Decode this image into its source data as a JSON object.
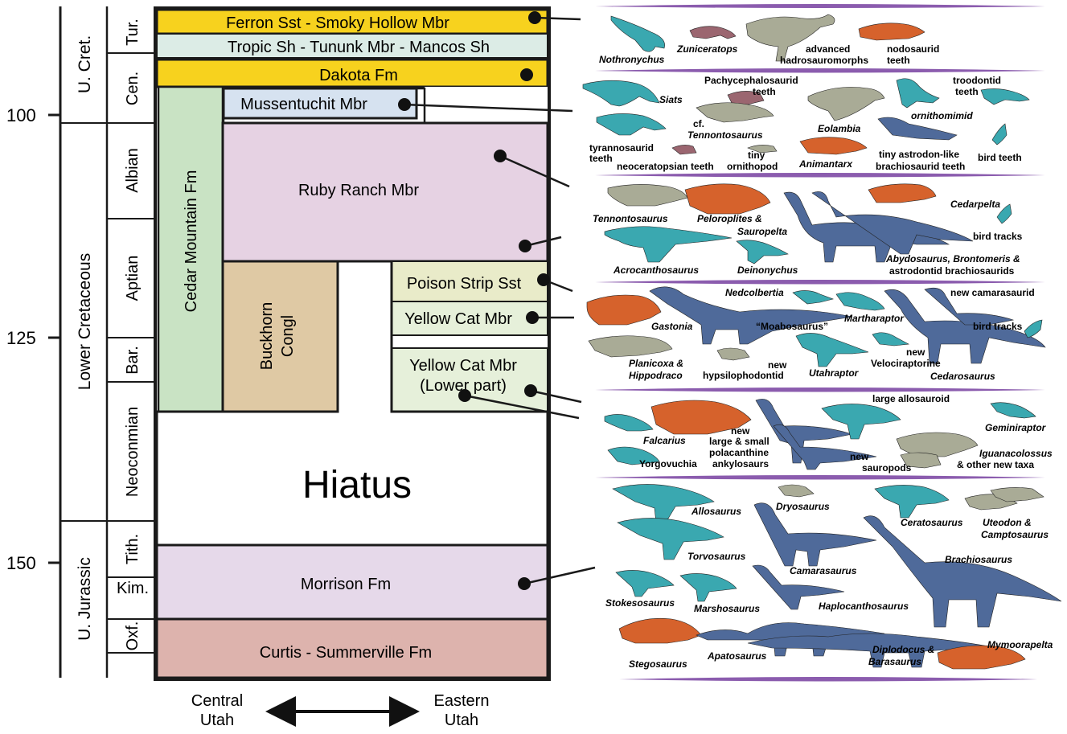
{
  "age_axis": {
    "ticks": [
      "100",
      "125",
      "150"
    ]
  },
  "epochs": [
    {
      "id": "u-cret",
      "label": "U. Cret."
    },
    {
      "id": "lower-cretaceous",
      "label": "Lower Cretaceous"
    },
    {
      "id": "u-jurassic",
      "label": "U. Jurassic"
    }
  ],
  "stages": [
    {
      "id": "tur",
      "label": "Tur."
    },
    {
      "id": "cen",
      "label": "Cen."
    },
    {
      "id": "albian",
      "label": "Albian"
    },
    {
      "id": "aptian",
      "label": "Aptian"
    },
    {
      "id": "bar",
      "label": "Bar."
    },
    {
      "id": "neocomian",
      "label": "Neoconmian"
    },
    {
      "id": "tith",
      "label": "Tith."
    },
    {
      "id": "kim",
      "label": "Kim."
    },
    {
      "id": "oxf",
      "label": "Oxf."
    }
  ],
  "units": {
    "ferron": "Ferron Sst - Smoky Hollow Mbr",
    "tropic": "Tropic Sh - Tununk Mbr  - Mancos Sh",
    "dakota": "Dakota Fm",
    "mussentuchit": "Mussentuchit Mbr",
    "cedar_mountain": "Cedar Mountain Fm",
    "ruby_ranch": "Ruby Ranch Mbr",
    "buckhorn_1": "Buckhorn",
    "buckhorn_2": "Congl",
    "poison_strip": "Poison Strip Sst",
    "yellow_cat": "Yellow Cat Mbr",
    "yellow_cat_lower_1": "Yellow Cat Mbr",
    "yellow_cat_lower_2": "(Lower part)",
    "hiatus": "Hiatus",
    "morrison": "Morrison Fm",
    "curtis": "Curtis - Summerville Fm"
  },
  "bottom_axis": {
    "left_1": "Central",
    "left_2": "Utah",
    "right_1": "Eastern",
    "right_2": "Utah"
  },
  "colors": {
    "ferron": "#f7d21e",
    "tropic": "#dcece6",
    "dakota": "#f7d21e",
    "mussentuchit": "#d6e2f0",
    "cedar_mountain": "#c9e3c4",
    "ruby_ranch": "#e6d2e3",
    "buckhorn": "#dfc9a4",
    "poison_strip": "#e9ebc9",
    "yellow_cat": "#e6f0da",
    "morrison": "#e6d9ea",
    "curtis": "#ddb3ad",
    "divider": "#8b5cae",
    "teal": "#3aa8b0",
    "blue": "#4f6a9a",
    "grey": "#a9ab96",
    "orange": "#d6622c",
    "mauve": "#9b6670"
  },
  "fauna": {
    "band1": {
      "nothronychus": "Nothronychus",
      "zuniceratops": "Zuniceratops",
      "advanced_1": "advanced",
      "advanced_2": "hadrosauromorphs",
      "nodosaurid_1": "nodosaurid",
      "nodosaurid_2": "teeth"
    },
    "band2": {
      "siats": "Siats",
      "pachy_1": "Pachycephalosaurid",
      "pachy_2": "teeth",
      "troodontid_1": "troodontid",
      "troodontid_2": "teeth",
      "cf": "cf.",
      "tennontosaurus": "Tennontosaurus",
      "eolambia": "Eolambia",
      "ornithomimid": "ornithomimid",
      "tyranno_1": "tyrannosaurid",
      "tyranno_2": "teeth",
      "neoceratopsian": "neoceratopsian teeth",
      "tiny_1": "tiny",
      "tiny_2": "ornithopod",
      "animantarx": "Animantarx",
      "astrodon_1": "tiny astrodon-like",
      "astrodon_2": "brachiosaurid teeth",
      "bird_teeth": "bird teeth"
    },
    "band3": {
      "tennontosaurus": "Tennontosaurus",
      "peloroplites_1": "Peloroplites &",
      "peloroplites_2": "Sauropelta",
      "cedarpelta": "Cedarpelta",
      "bird_tracks": "bird tracks",
      "acrocanthosaurus": "Acrocanthosaurus",
      "deinonychus": "Deinonychus",
      "abydosaurus_1": "Abydosaurus, Brontomeris &",
      "abydosaurus_2": "astrodontid brachiosaurids"
    },
    "band4": {
      "nedcolbertia": "Nedcolbertia",
      "new_camarasaurid": "new camarasaurid",
      "gastonia": "Gastonia",
      "moabosaurus": "“Moabosaurus”",
      "martharaptor": "Martharaptor",
      "bird_tracks": "bird tracks",
      "planicoxa_1": "Planicoxa &",
      "planicoxa_2": "Hippodraco",
      "new_hyp_1": "new",
      "new_hyp_2": "hypsilophodontid",
      "utahraptor": "Utahraptor",
      "new_velo_1": "new",
      "new_velo_2": "Velociraptorine",
      "cedarosaurus": "Cedarosaurus"
    },
    "band5": {
      "large_allosauroid": "large allosauroid",
      "geminiraptor": "Geminiraptor",
      "falcarius": "Falcarius",
      "poly_1": "new",
      "poly_2": "large & small",
      "poly_3": "polacanthine",
      "poly_4": "ankylosaurs",
      "new_sauropods_1": "new",
      "new_sauropods_2": "sauropods",
      "iguanacolossus_1": "Iguanacolossus",
      "iguanacolossus_2": "& other new taxa",
      "yorgovuchia": "Yorgovuchia"
    },
    "band6": {
      "allosaurus": "Allosaurus",
      "dryosaurus": "Dryosaurus",
      "ceratosaurus": "Ceratosaurus",
      "uteodon_1": "Uteodon &",
      "uteodon_2": "Camptosaurus",
      "torvosaurus": "Torvosaurus",
      "brachiosaurus": "Brachiosaurus",
      "camarasaurus": "Camarasaurus",
      "stokesosaurus": "Stokesosaurus",
      "marshosaurus": "Marshosaurus",
      "haplocanthosaurus": "Haplocanthosaurus",
      "stegosaurus": "Stegosaurus",
      "apatosaurus": "Apatosaurus",
      "diplodocus_1": "Diplodocus &",
      "diplodocus_2": "Barasaurus",
      "mymoorapelta": "Mymoorapelta"
    }
  }
}
